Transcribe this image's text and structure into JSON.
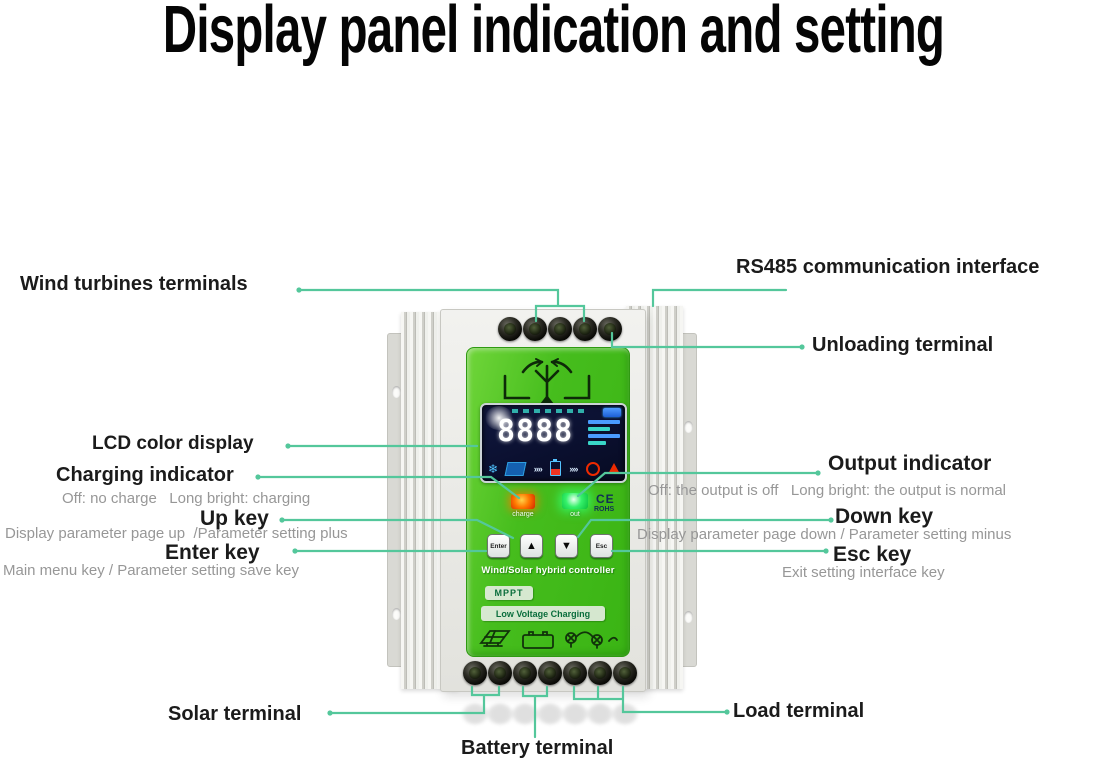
{
  "title": "Display panel indication and setting",
  "labels": {
    "wind": "Wind turbines terminals",
    "rs485": "RS485 communication interface",
    "unloading": "Unloading terminal",
    "lcd": "LCD color display",
    "charging": "Charging indicator",
    "charging_sub": "Off: no charge   Long bright: charging",
    "output": "Output indicator",
    "output_sub": "Off: the output is off   Long bright: the output is normal",
    "up": "Up key",
    "up_sub": "Display parameter page up  /Parameter setting plus",
    "down": "Down key",
    "down_sub": "Display parameter page down / Parameter setting minus",
    "enter": "Enter key",
    "enter_sub": "Main menu key / Parameter setting save key",
    "esc": "Esc key",
    "esc_sub": "Exit setting interface key",
    "solar": "Solar terminal",
    "battery": "Battery terminal",
    "load": "Load terminal"
  },
  "device": {
    "lcd_reading": "8888",
    "charge_led_label": "charge",
    "output_led_label": "out",
    "ce_mark": "CE",
    "rohs_mark": "ROHS",
    "buttons": {
      "enter": "Enter",
      "up": "▲",
      "down": "▼",
      "esc": "Esc"
    },
    "product_name": "Wind/Solar hybrid controller",
    "badge_mppt": "MPPT",
    "badge_low_voltage": "Low Voltage Charging",
    "top_terminal_count": 5,
    "bottom_terminal_count": 7
  },
  "colors": {
    "callout_line": "#54c79b",
    "label_text": "#1b1b1b",
    "sub_text": "#979797",
    "panel_green": "#46bd1d",
    "charge_led": "#ff5a00",
    "output_led": "#2bf05a",
    "lcd_background": "#0a0f2e"
  }
}
